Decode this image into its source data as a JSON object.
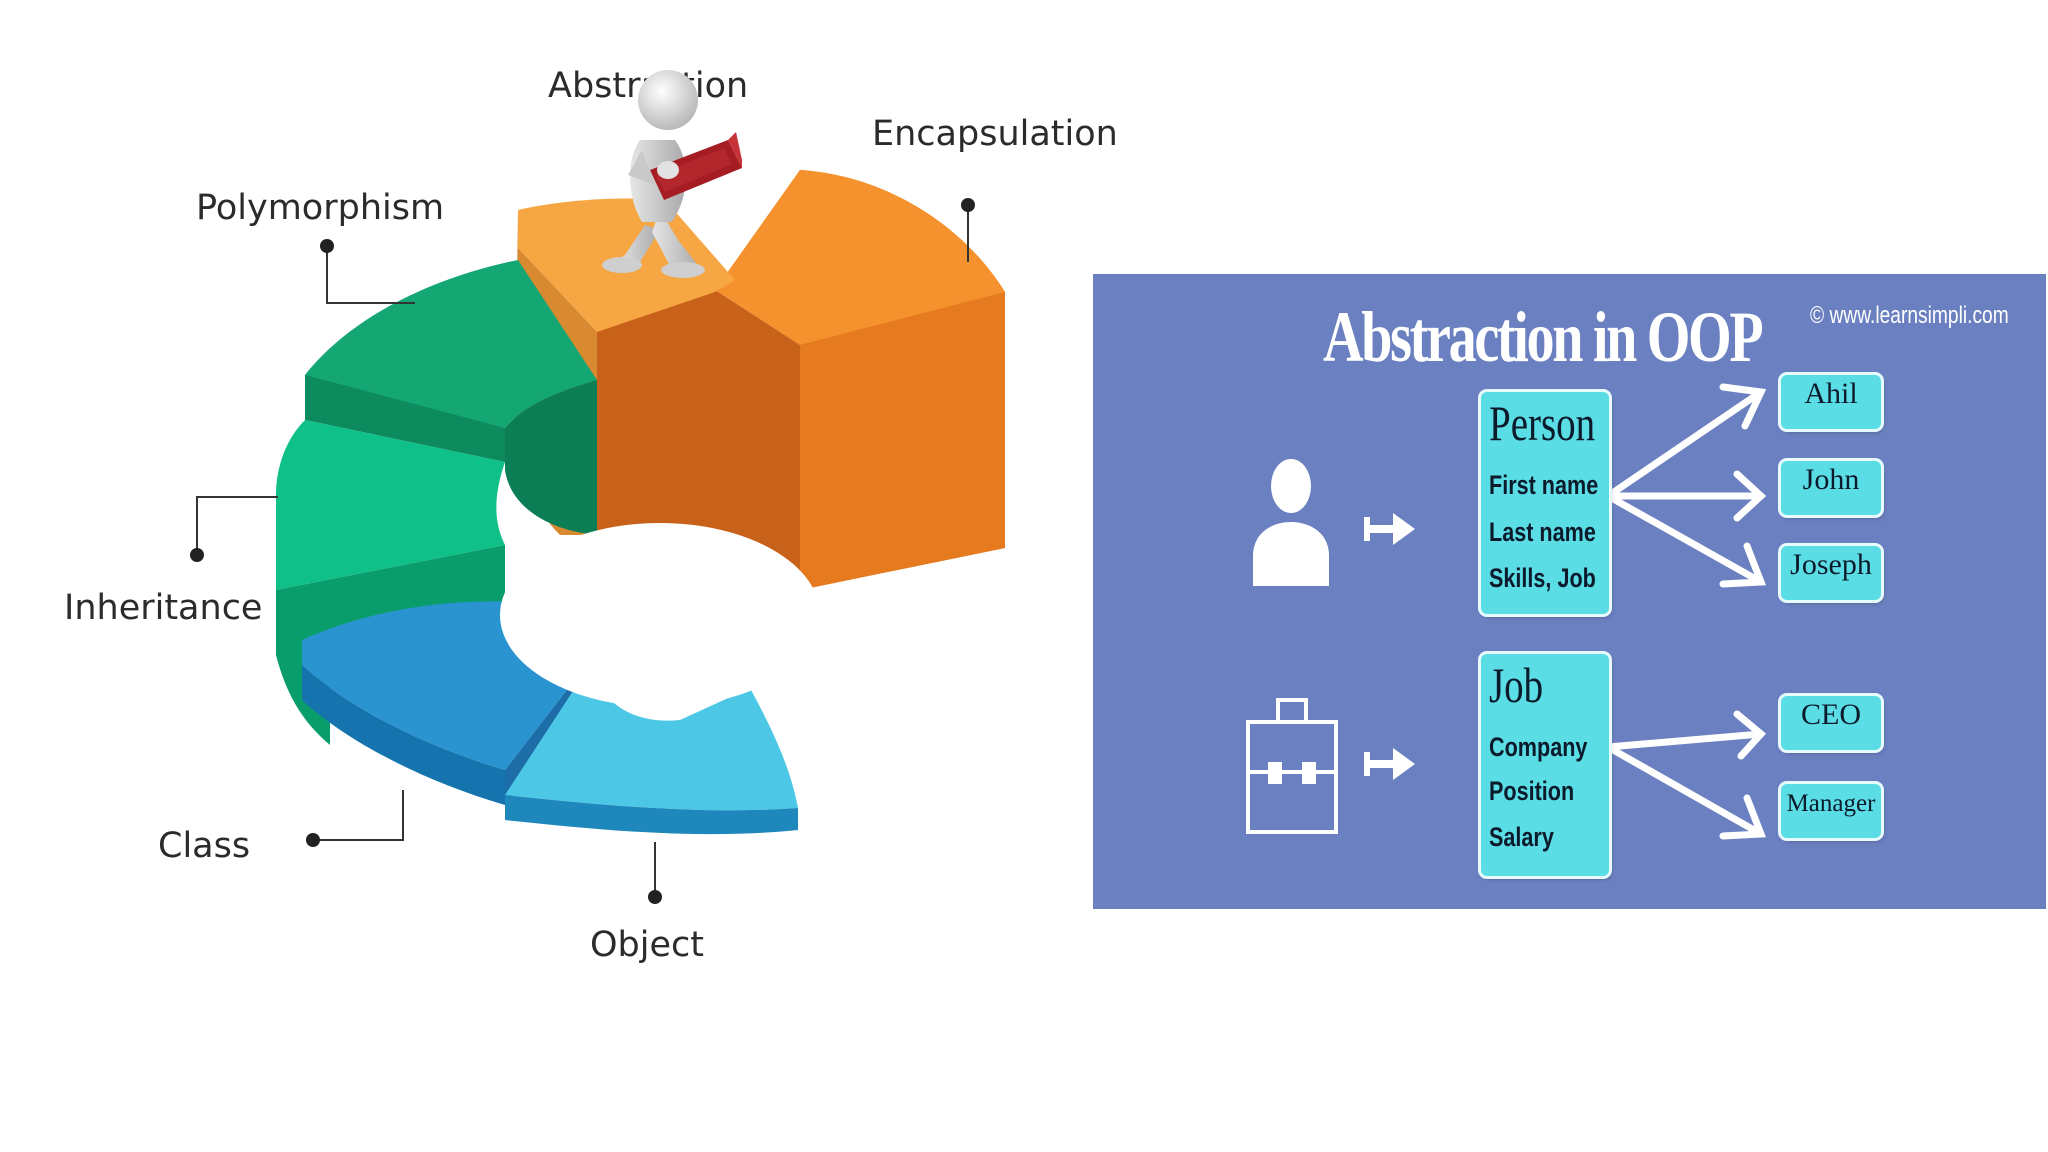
{
  "left_diagram": {
    "labels": {
      "abstraction": "Abstraction",
      "encapsulation": "Encapsulation",
      "polymorphism": "Polymorphism",
      "inheritance": "Inheritance",
      "class": "Class",
      "object": "Object"
    },
    "colors": {
      "encapsulation": "#f08a2a",
      "abstraction": "#f3a340",
      "polymorphism": "#12a572",
      "inheritance": "#0fbf86",
      "class": "#2a94d0",
      "object": "#4ec8e6"
    },
    "figure_icon": "reading-person-icon"
  },
  "right_panel": {
    "title": "Abstraction in OOP",
    "credit": "© www.learnsimpli.com",
    "background_color": "#6b80c0",
    "person_class": {
      "icon": "person-icon",
      "name": "Person",
      "fields": [
        "First name",
        "Last name",
        "Skills, Job"
      ],
      "instances": [
        "Ahil",
        "John",
        "Joseph"
      ]
    },
    "job_class": {
      "icon": "briefcase-icon",
      "name": "Job",
      "fields": [
        "Company",
        "Position",
        "Salary"
      ],
      "instances": [
        "CEO",
        "Manager"
      ]
    }
  }
}
